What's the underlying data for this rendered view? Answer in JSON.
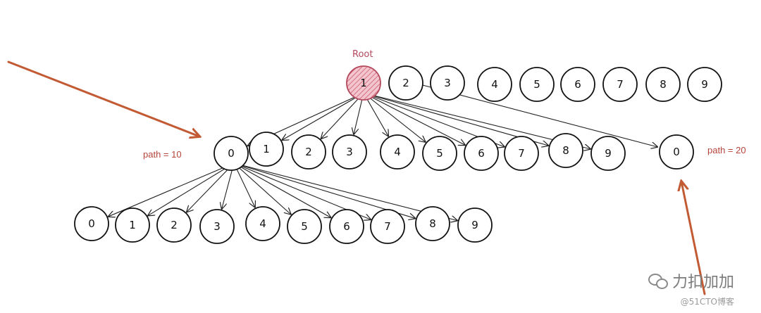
{
  "root_label": "Root",
  "annotations": {
    "left_path": "path = 10",
    "right_path": "path = 20"
  },
  "rows": [
    {
      "name": "row-top",
      "labels": [
        "1",
        "2",
        "3",
        "4",
        "5",
        "6",
        "7",
        "8",
        "9"
      ]
    },
    {
      "name": "row-middle",
      "labels": [
        "0",
        "1",
        "2",
        "3",
        "4",
        "5",
        "6",
        "7",
        "8",
        "9"
      ]
    },
    {
      "name": "row-middle-right",
      "labels": [
        "0"
      ]
    },
    {
      "name": "row-bottom",
      "labels": [
        "0",
        "1",
        "2",
        "3",
        "4",
        "5",
        "6",
        "7",
        "8",
        "9"
      ]
    }
  ],
  "watermark": {
    "brand": "力扣加加",
    "site": "@51CTO博客"
  },
  "colors": {
    "root_fill": "#e8a7b4",
    "root_stroke": "#b4485c",
    "annotation": "#c25a33",
    "annotation_text": "#b5443a"
  }
}
